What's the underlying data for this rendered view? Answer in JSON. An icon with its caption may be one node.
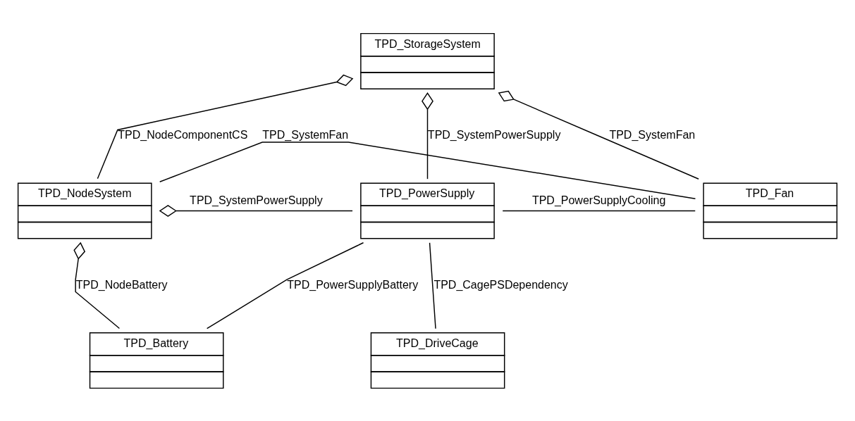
{
  "diagram": {
    "nodes": [
      {
        "text": [
          "TPD_StorageSystem"
        ]
      },
      {
        "text": [
          "TPD_NodeSystem"
        ]
      },
      {
        "text": [
          "TPD_PowerSupply"
        ]
      },
      {
        "text": [
          "TPD_Fan"
        ]
      },
      {
        "text": [
          "TPD_Battery"
        ]
      },
      {
        "text": [
          "TPD_DriveCage"
        ]
      }
    ],
    "edges": [
      {
        "from": 0,
        "to": 1,
        "arrow": "other",
        "label": "TPD_NodeComponentCS"
      },
      {
        "from": 0,
        "to": 3,
        "arrow": "other",
        "label": "TPD_SystemFan"
      },
      {
        "from": 0,
        "to": 2,
        "arrow": "other",
        "label": "TPD_SystemPowerSupply"
      },
      {
        "from": 1,
        "to": 2,
        "arrow": "other",
        "label": "TPD_SystemPowerSupply"
      },
      {
        "from": 2,
        "to": 3,
        "arrow": "none",
        "label": "TPD_PowerSupplyCooling"
      },
      {
        "from": 2,
        "to": 5,
        "arrow": "none",
        "label": "TPD_CagePSDependency"
      },
      {
        "from": 2,
        "to": 4,
        "arrow": "none",
        "label": "TPD_PowerSupplyBattery"
      },
      {
        "from": 1,
        "to": 4,
        "arrow": "other",
        "label": "TPD_NodeBattery"
      },
      {
        "from": 1,
        "to": 3,
        "arrow": "none",
        "label": "TPD_SystemFan"
      }
    ]
  }
}
